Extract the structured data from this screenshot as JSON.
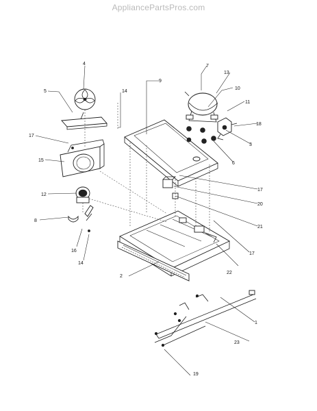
{
  "watermark": "AppliancePartsPros.com",
  "callouts": {
    "c1": "1",
    "c2": "2",
    "c3": "3",
    "c4": "4",
    "c5": "5",
    "c6": "6",
    "c7": "7",
    "c8": "8",
    "c9": "9",
    "c10": "10",
    "c11": "11",
    "c12": "12",
    "c13": "13",
    "c14a": "14",
    "c14b": "14",
    "c15": "15",
    "c16": "16",
    "c17a": "17",
    "c17b": "17",
    "c17c": "17",
    "c18": "18",
    "c19": "19",
    "c20": "20",
    "c21": "21",
    "c22": "22",
    "c23": "23"
  }
}
